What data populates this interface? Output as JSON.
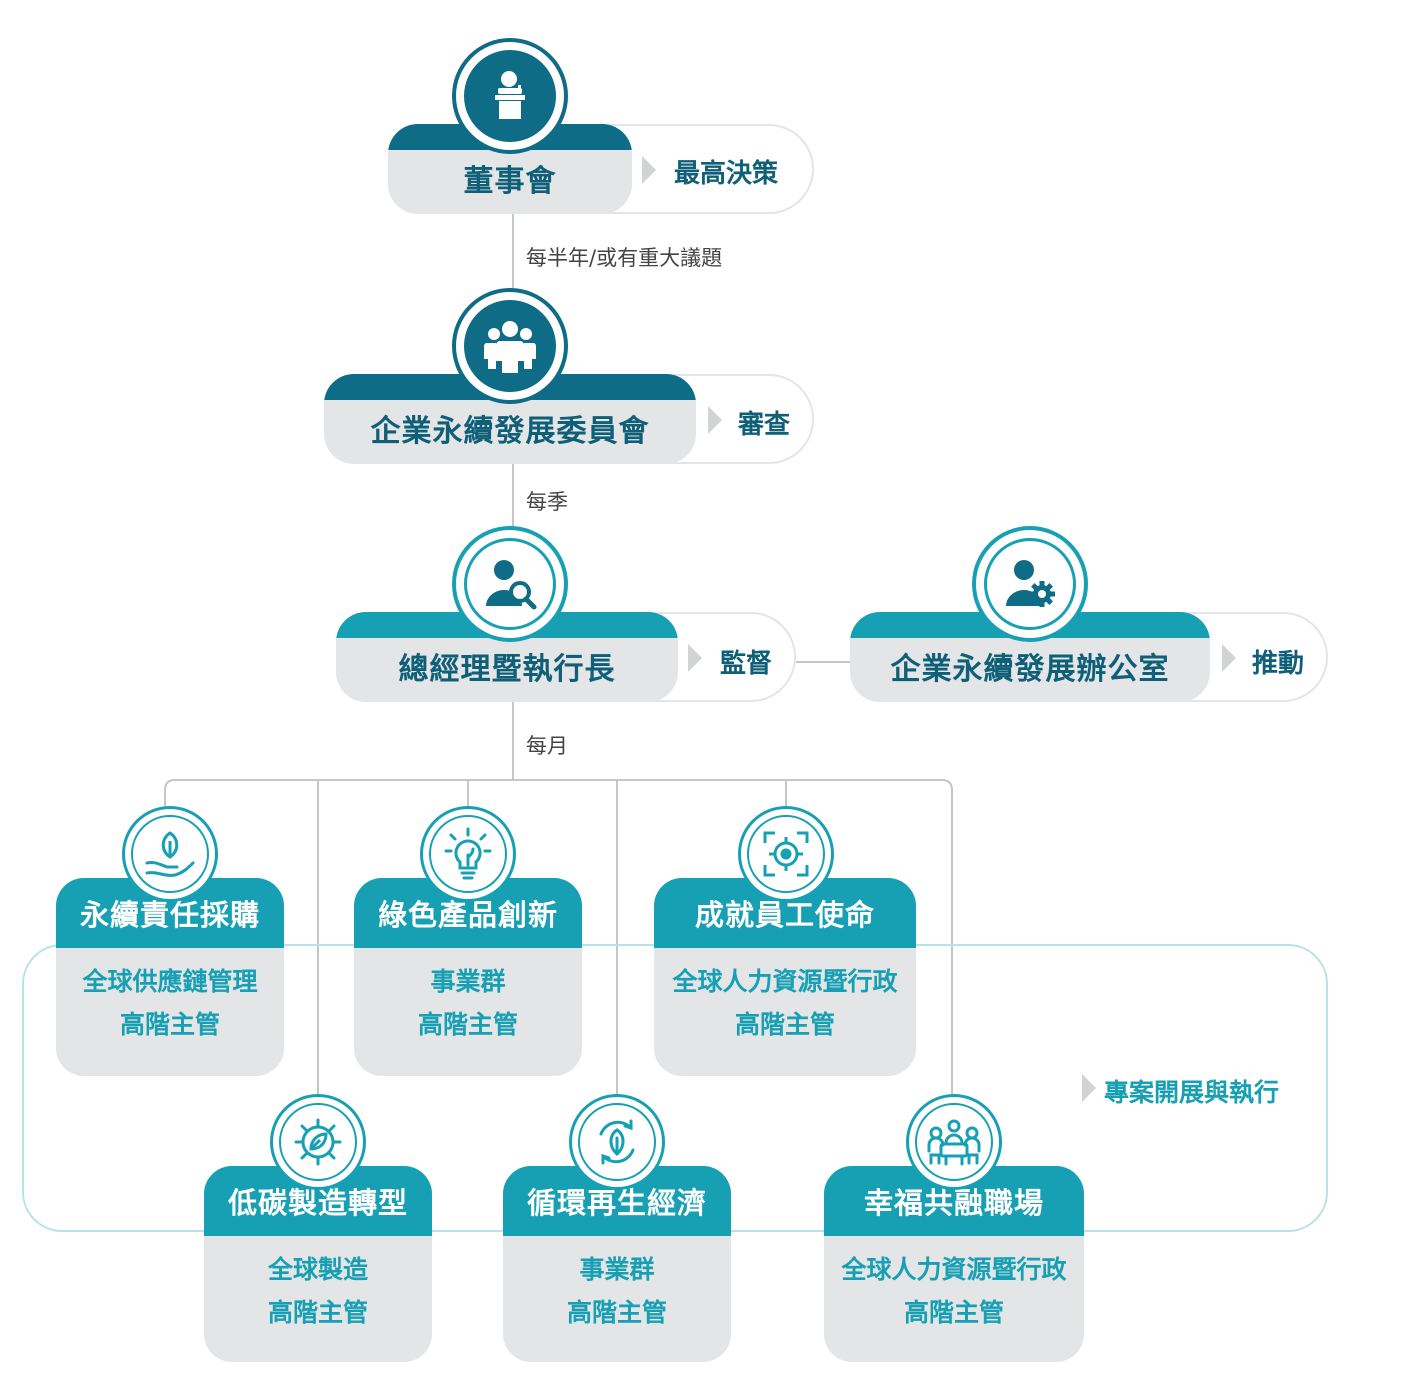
{
  "levels": {
    "board": {
      "title": "董事會",
      "role": "最高決策"
    },
    "committee": {
      "title": "企業永續發展委員會",
      "role": "審查"
    },
    "ceo": {
      "title": "總經理暨執行長",
      "role": "監督"
    },
    "office": {
      "title": "企業永續發展辦公室",
      "role": "推動"
    }
  },
  "frequencies": {
    "board_to_committee": "每半年/或有重大議題",
    "committee_to_ceo": "每季",
    "ceo_to_pillars": "每月"
  },
  "pillars": [
    {
      "title": "永續責任採購",
      "owner": "全球供應鏈管理",
      "level": "高階主管",
      "icon": "hand-leaf-icon"
    },
    {
      "title": "綠色產品創新",
      "owner": "事業群",
      "level": "高階主管",
      "icon": "lightbulb-icon"
    },
    {
      "title": "成就員工使命",
      "owner": "全球人力資源暨行政",
      "level": "高階主管",
      "icon": "target-icon"
    },
    {
      "title": "低碳製造轉型",
      "owner": "全球製造",
      "level": "高階主管",
      "icon": "gear-leaf-icon"
    },
    {
      "title": "循環再生經濟",
      "owner": "事業群",
      "level": "高階主管",
      "icon": "recycle-leaf-icon"
    },
    {
      "title": "幸福共融職場",
      "owner": "全球人力資源暨行政",
      "level": "高階主管",
      "icon": "meeting-icon"
    }
  ],
  "project_label": "專案開展與執行",
  "colors": {
    "dark": "#0f6c86",
    "teal": "#17a0b4",
    "grey": "#e3e5e6",
    "band": "#b8e2e7"
  }
}
